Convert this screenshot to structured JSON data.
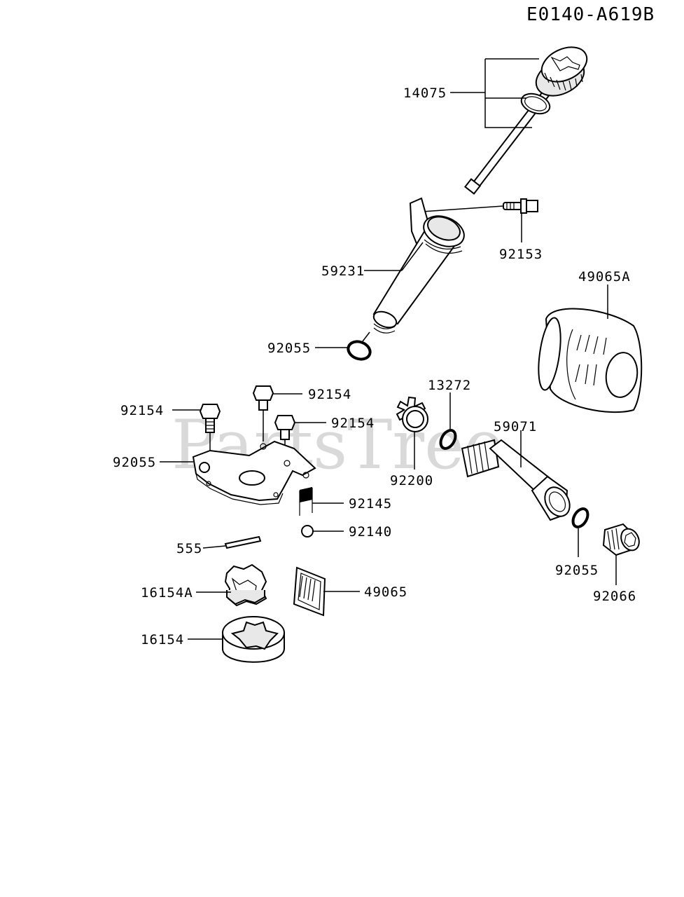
{
  "diagram_code": "E0140-A619B",
  "watermark": "PartsTree",
  "parts": [
    {
      "id": "p14075",
      "label": "14075"
    },
    {
      "id": "p92153",
      "label": "92153"
    },
    {
      "id": "p59231",
      "label": "59231"
    },
    {
      "id": "p92055a",
      "label": "92055"
    },
    {
      "id": "p49065A",
      "label": "49065A"
    },
    {
      "id": "p92154a",
      "label": "92154"
    },
    {
      "id": "p92154b",
      "label": "92154"
    },
    {
      "id": "p92154c",
      "label": "92154"
    },
    {
      "id": "p92055b",
      "label": "92055"
    },
    {
      "id": "p59071",
      "label": "59071"
    },
    {
      "id": "p13272",
      "label": "13272"
    },
    {
      "id": "p92200",
      "label": "92200"
    },
    {
      "id": "p92145",
      "label": "92145"
    },
    {
      "id": "p92140",
      "label": "92140"
    },
    {
      "id": "p555",
      "label": "555"
    },
    {
      "id": "p92055c",
      "label": "92055"
    },
    {
      "id": "p92066",
      "label": "92066"
    },
    {
      "id": "p16154A",
      "label": "16154A"
    },
    {
      "id": "p49065",
      "label": "49065"
    },
    {
      "id": "p16154",
      "label": "16154"
    }
  ]
}
